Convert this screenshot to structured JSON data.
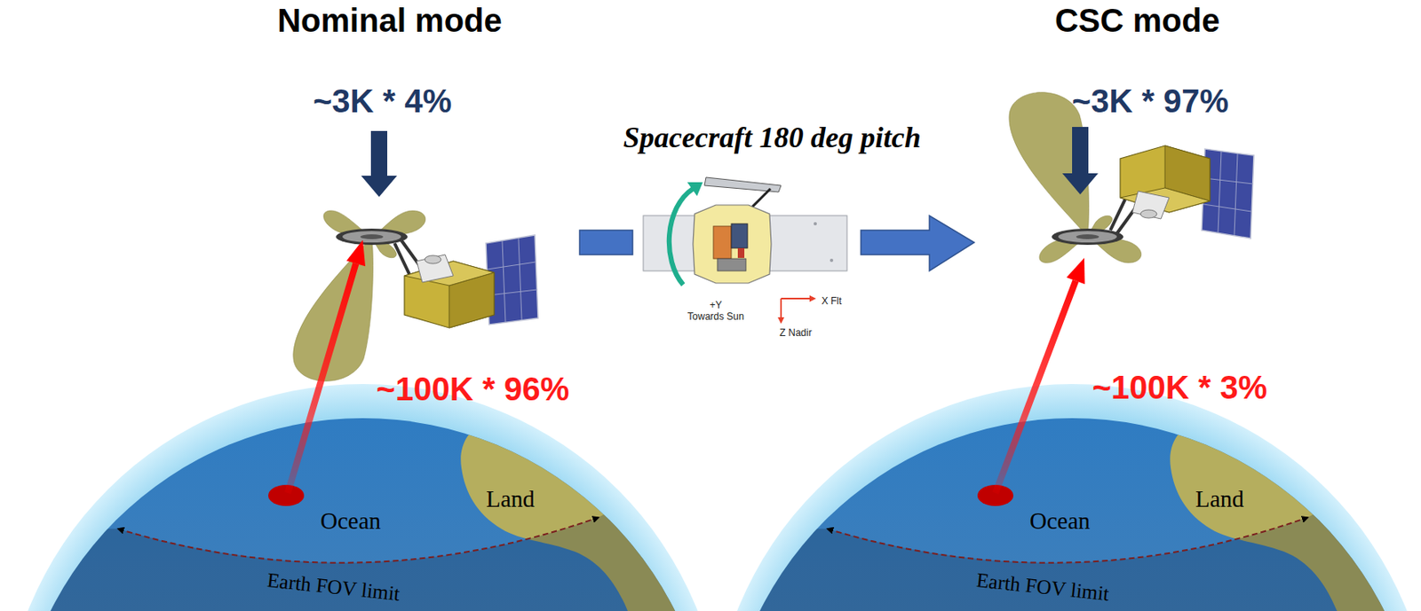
{
  "diagram": {
    "labels": [
      "Nominal mode",
      "CSC mode",
      "~3K * 4%",
      "Spacecraft 180 deg pitch",
      "~3K * 97%",
      "+Y",
      "Towards Sun",
      "X Flt",
      "Z Nadir",
      "~100K * 96%",
      "~100K * 3%",
      "Ocean",
      "Land",
      "Ocean",
      "Land",
      "Earth FOV limit",
      "Earth FOV limit"
    ]
  }
}
